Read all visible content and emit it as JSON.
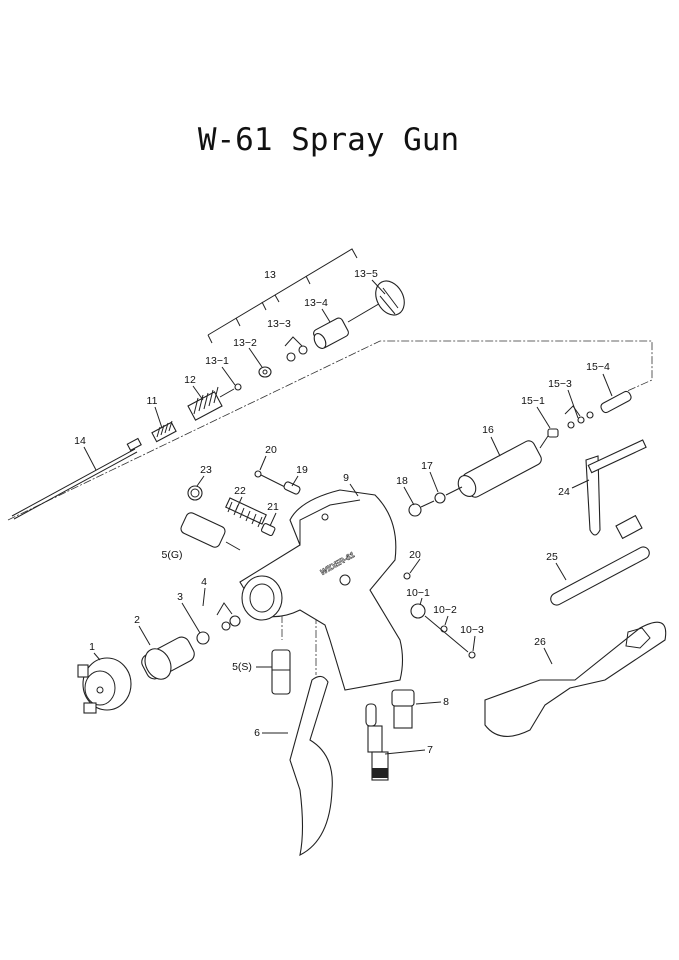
{
  "title": "W-61 Spray Gun",
  "callouts": {
    "c13": "13",
    "c13_5": "13−5",
    "c13_4": "13−4",
    "c13_3": "13−3",
    "c13_2": "13−2",
    "c13_1": "13−1",
    "c12": "12",
    "c11": "11",
    "c14": "14",
    "c20a": "20",
    "c19": "19",
    "c9": "9",
    "c18": "18",
    "c17": "17",
    "c16": "16",
    "c15_1": "15−1",
    "c15_3": "15−3",
    "c15_4": "15−4",
    "c24": "24",
    "c23": "23",
    "c22": "22",
    "c21": "21",
    "c5g": "5(G)",
    "c20b": "20",
    "c25": "25",
    "c4": "4",
    "c3": "3",
    "c2": "2",
    "c10_1": "10−1",
    "c10_2": "10−2",
    "c10_3": "10−3",
    "c26": "26",
    "c1": "1",
    "c5s": "5(S)",
    "c8": "8",
    "c6": "6",
    "c7": "7"
  },
  "gun_body_marking": "WIDER-61"
}
